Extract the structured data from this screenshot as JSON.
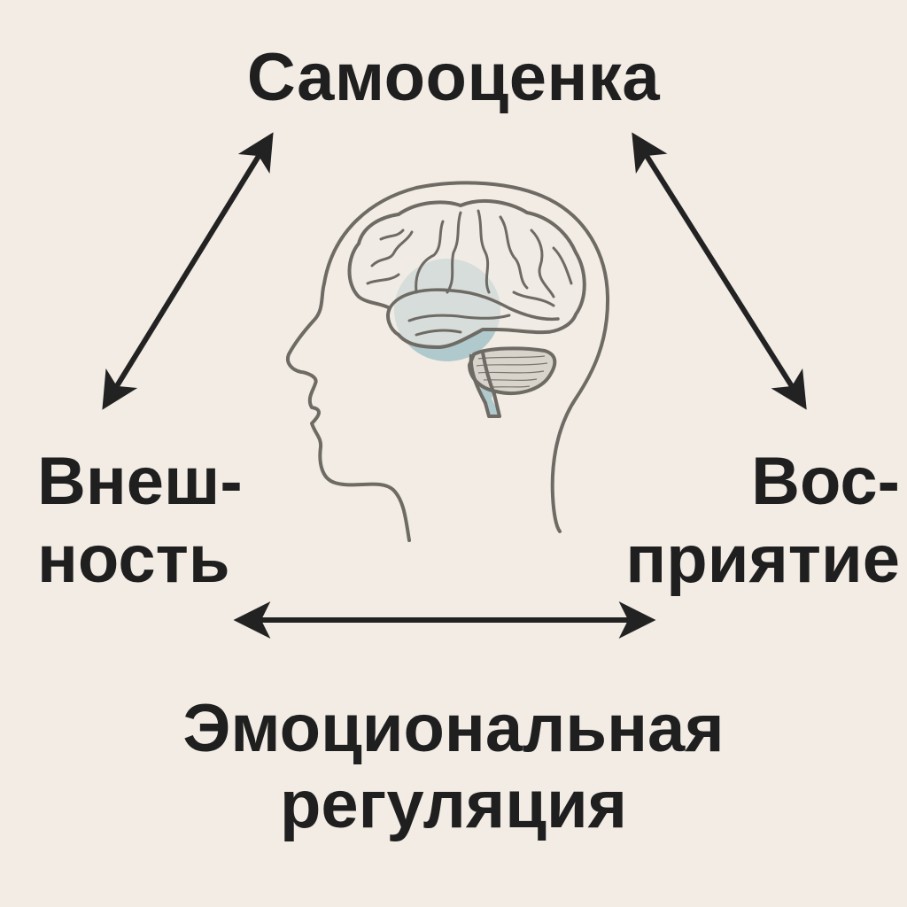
{
  "diagram": {
    "nodes": {
      "top": {
        "label": "Самооценка"
      },
      "left": {
        "line1": "Внеш-",
        "line2": "ность"
      },
      "right": {
        "line1": "Вос-",
        "line2": "приятие"
      },
      "bottom": {
        "line1": "Эмоциональная",
        "line2": "регуляция"
      }
    },
    "center_image": "head-profile-with-brain-icon",
    "highlight_region": "temporal-limbic-area",
    "edges": [
      {
        "from": "left",
        "to": "top",
        "type": "bidirectional-arrow"
      },
      {
        "from": "top",
        "to": "right",
        "type": "bidirectional-arrow"
      },
      {
        "from": "left",
        "to": "right",
        "type": "bidirectional-arrow"
      }
    ],
    "colors": {
      "background": "#f3ece5",
      "text": "#1f1f1f",
      "outline": "#6e6a64",
      "highlight": "#9fc0c6"
    }
  }
}
